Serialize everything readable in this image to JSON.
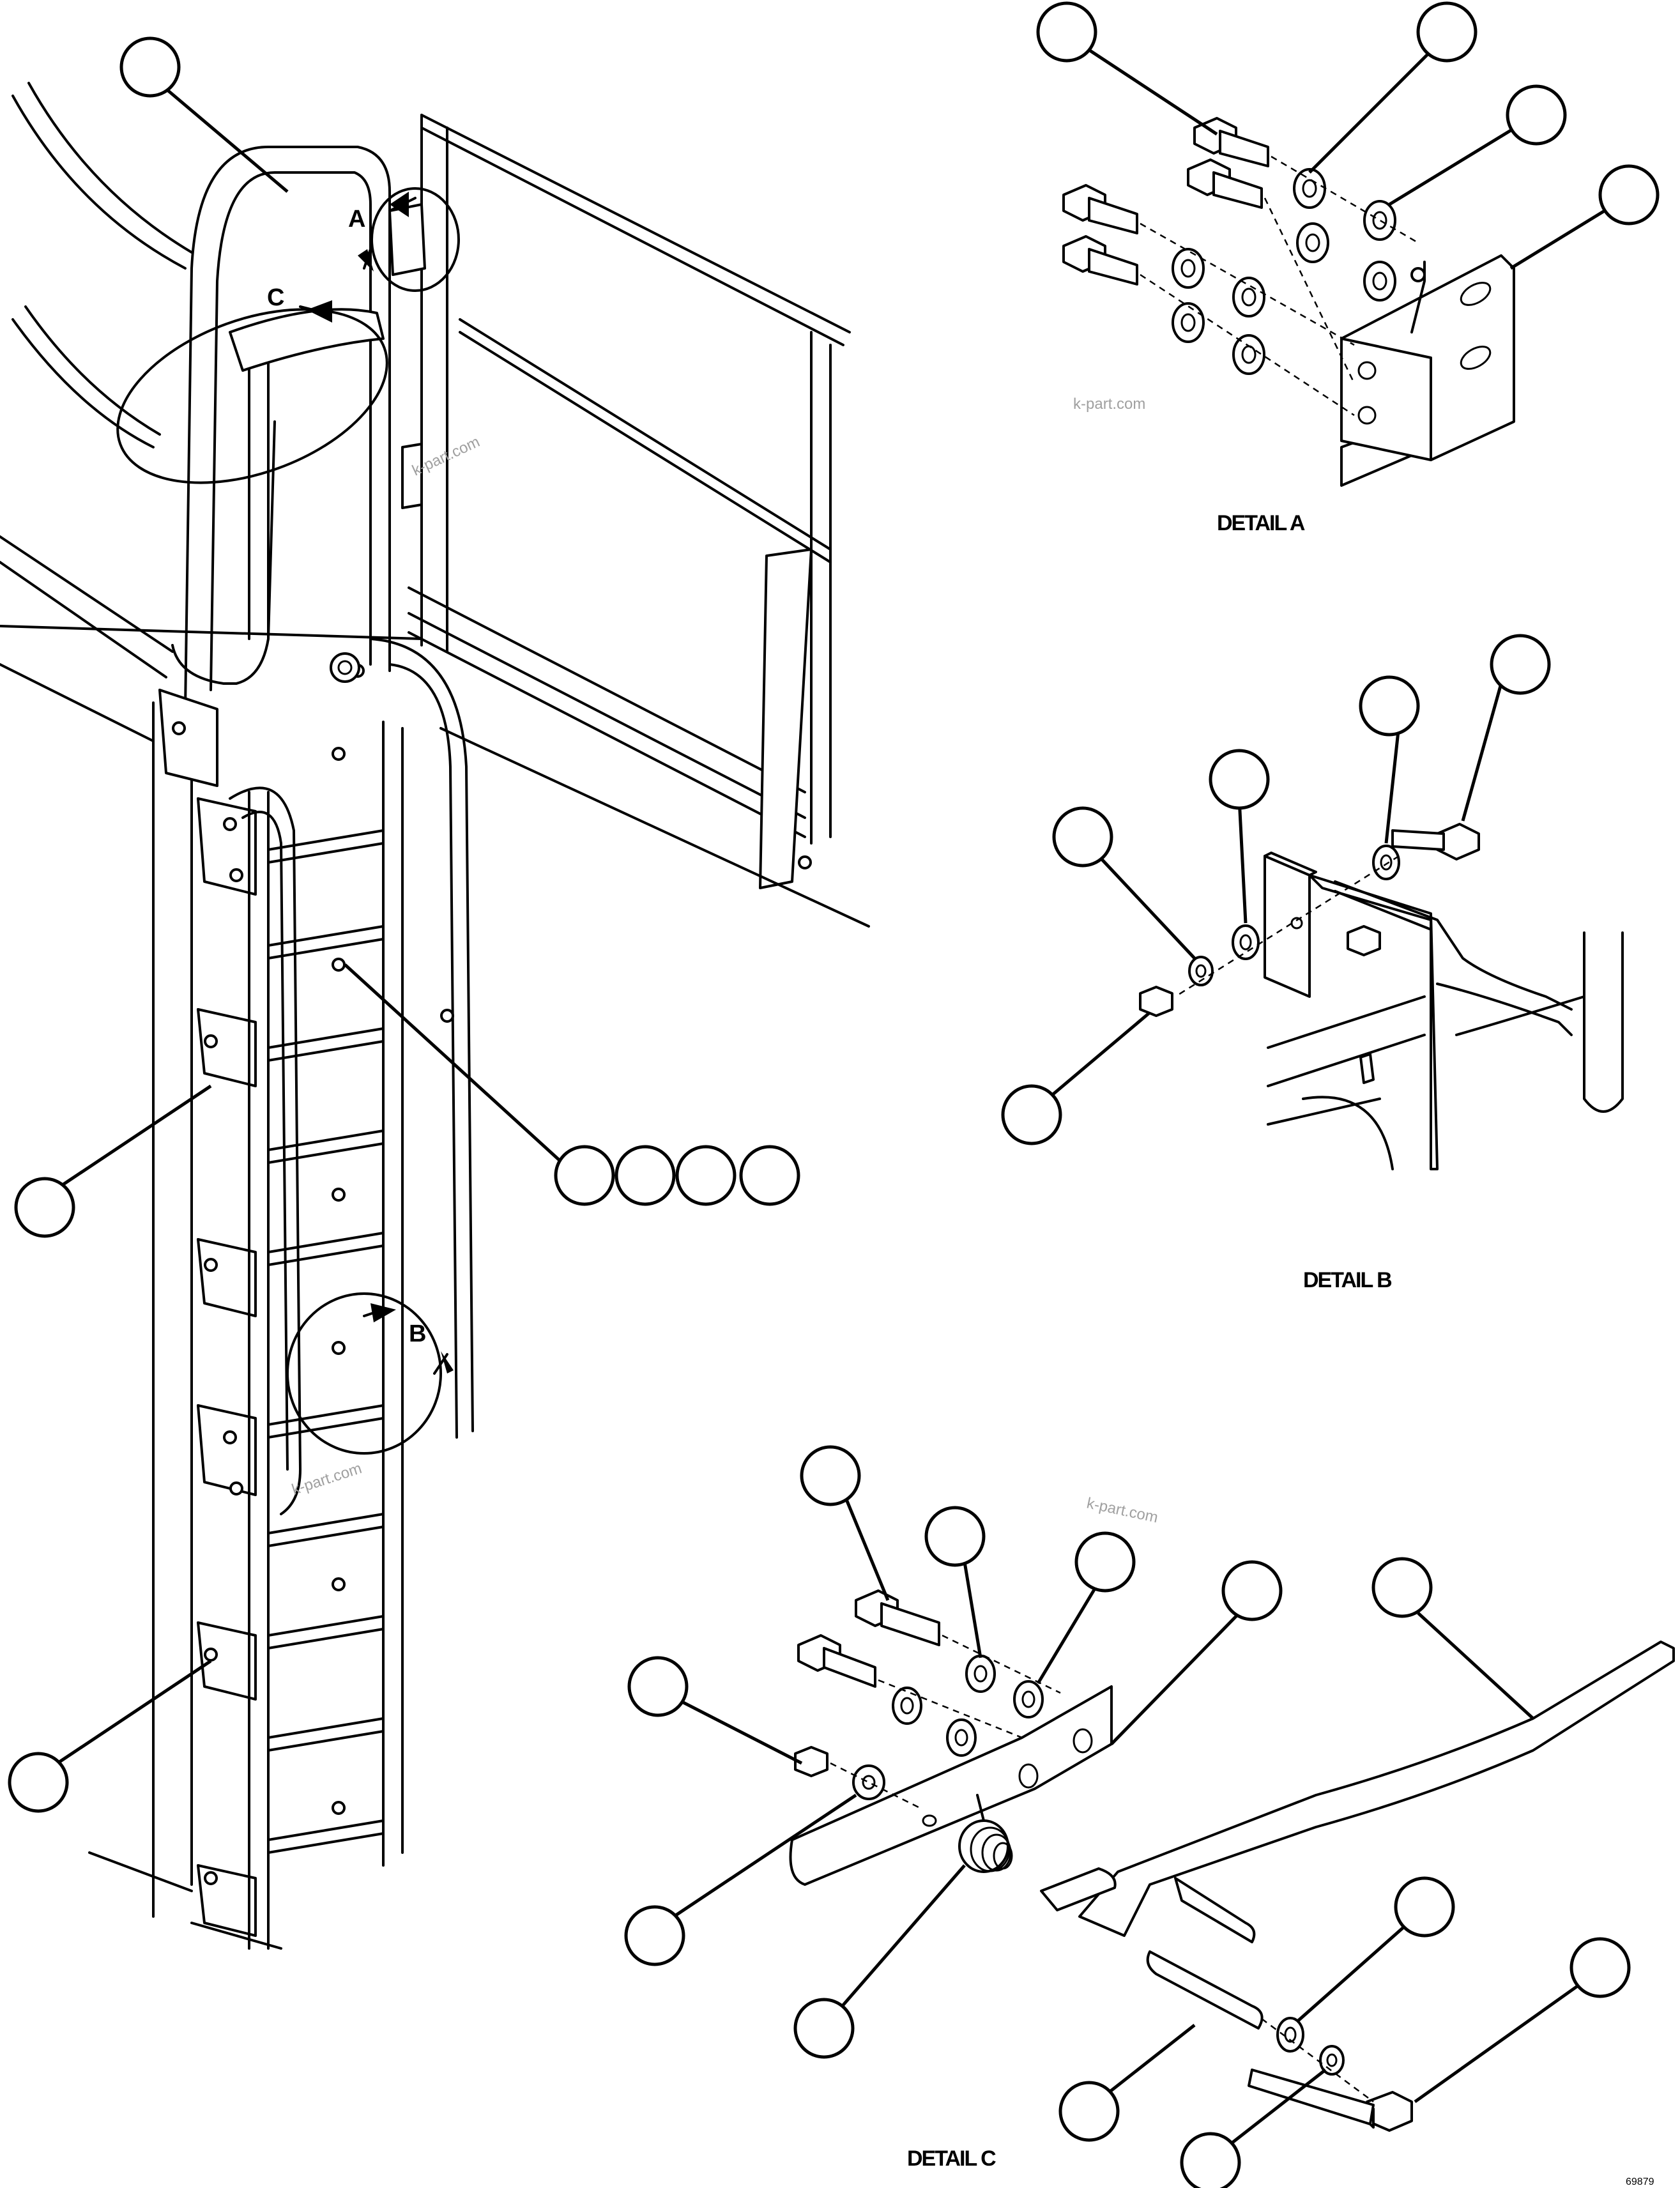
{
  "detail_labels": {
    "a": "DETAIL A",
    "b": "DETAIL B",
    "c": "DETAIL C"
  },
  "view_letters": {
    "a": "A",
    "b": "B",
    "c": "C"
  },
  "watermark": "k-part.com",
  "drawing_code": "69879"
}
